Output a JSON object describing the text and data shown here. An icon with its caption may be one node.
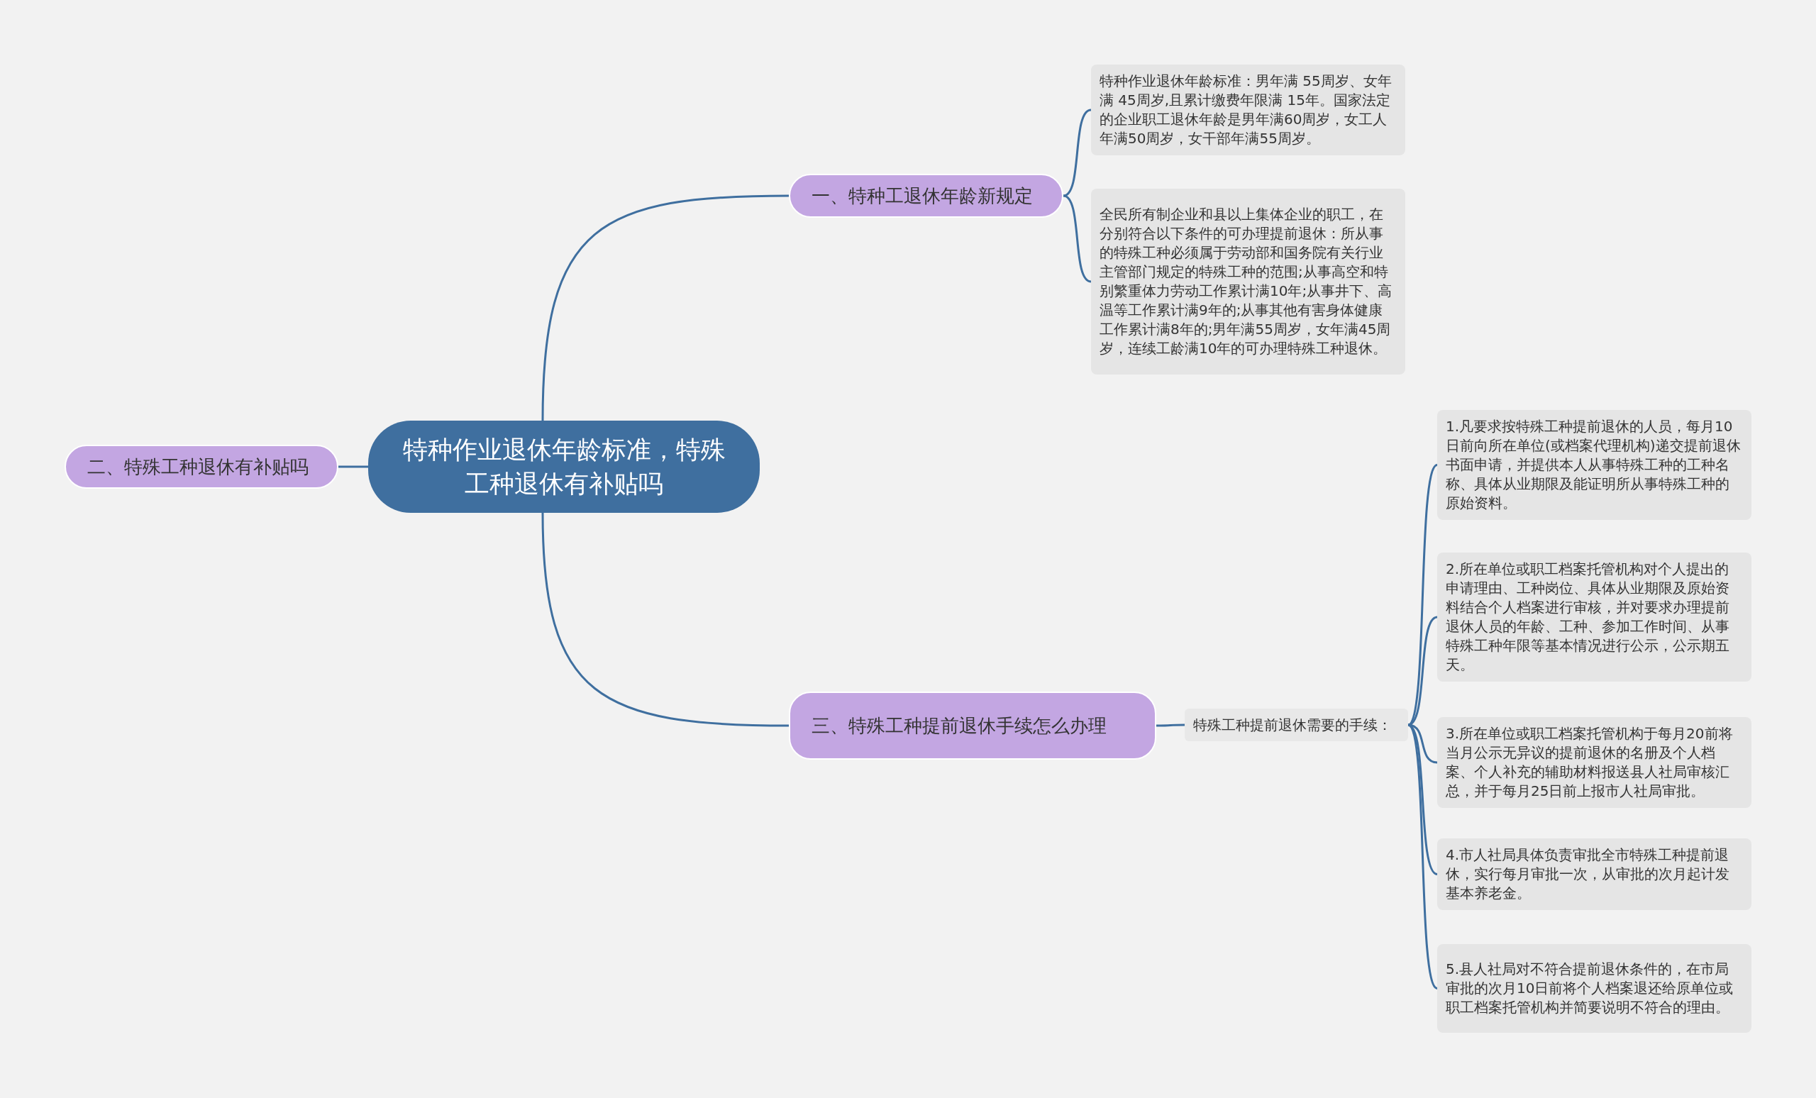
{
  "diagram": {
    "nodes": [
      {
        "text": [
          "特种作业退休年龄标准，特殊工种退休有补贴吗"
        ]
      },
      {
        "text": [
          "一、特种工退休年龄新规定"
        ]
      },
      {
        "text": [
          "特种作业退休年龄标准：男年满 55周岁、女年满 45周岁,且累计缴费年限满 15年。国家法定的企业职工退休年龄是男年满60周岁，女工人年满50周岁，女干部年满55周岁。"
        ]
      },
      {
        "text": [
          "全民所有制企业和县以上集体企业的职工，在分别符合以下条件的可办理提前退休：所从事的特殊工种必须属于劳动部和国务院有关行业主管部门规定的特殊工种的范围;从事高空和特别繁重体力劳动工作累计满10年;从事井下、高温等工作累计满9年的;从事其他有害身体健康工作累计满8年的;男年满55周岁，女年满45周岁，连续工龄满10年的可办理特殊工种退休。"
        ]
      },
      {
        "text": [
          "二、特殊工种退休有补贴吗"
        ]
      },
      {
        "text": [
          "三、特殊工种提前退休手续怎么办理"
        ]
      },
      {
        "text": [
          "特殊工种提前退休需要的手续："
        ]
      },
      {
        "text": [
          "1.凡要求按特殊工种提前退休的人员，每月10日前向所在单位(或档案代理机构)递交提前退休书面申请，并提供本人从事特殊工种的工种名称、具体从业期限及能证明所从事特殊工种的原始资料。"
        ]
      },
      {
        "text": [
          "2.所在单位或职工档案托管机构对个人提出的申请理由、工种岗位、具体从业期限及原始资料结合个人档案进行审核，并对要求办理提前退休人员的年龄、工种、参加工作时间、从事特殊工种年限等基本情况进行公示，公示期五天。"
        ]
      },
      {
        "text": [
          "3.所在单位或职工档案托管机构于每月20前将当月公示无异议的提前退休的名册及个人档案、个人补充的辅助材料报送县人社局审核汇总，并于每月25日前上报市人社局审批。"
        ]
      },
      {
        "text": [
          "4.市人社局具体负责审批全市特殊工种提前退休，实行每月审批一次，从审批的次月起计发基本养老金。"
        ]
      },
      {
        "text": [
          "5.县人社局对不符合提前退休条件的，在市局审批的次月10日前将个人档案退还给原单位或职工档案托管机构并简要说明不符合的理由。"
        ]
      }
    ],
    "edges": [
      {
        "from": 0,
        "to": 1,
        "arrow": "none"
      },
      {
        "from": 1,
        "to": 2,
        "arrow": "none"
      },
      {
        "from": 1,
        "to": 3,
        "arrow": "none"
      },
      {
        "from": 0,
        "to": 4,
        "arrow": "none"
      },
      {
        "from": 0,
        "to": 5,
        "arrow": "none"
      },
      {
        "from": 5,
        "to": 6,
        "arrow": "none"
      },
      {
        "from": 6,
        "to": 7,
        "arrow": "none"
      },
      {
        "from": 6,
        "to": 8,
        "arrow": "none"
      },
      {
        "from": 6,
        "to": 9,
        "arrow": "none"
      },
      {
        "from": 6,
        "to": 10,
        "arrow": "none"
      },
      {
        "from": 6,
        "to": 11,
        "arrow": "none"
      }
    ]
  }
}
